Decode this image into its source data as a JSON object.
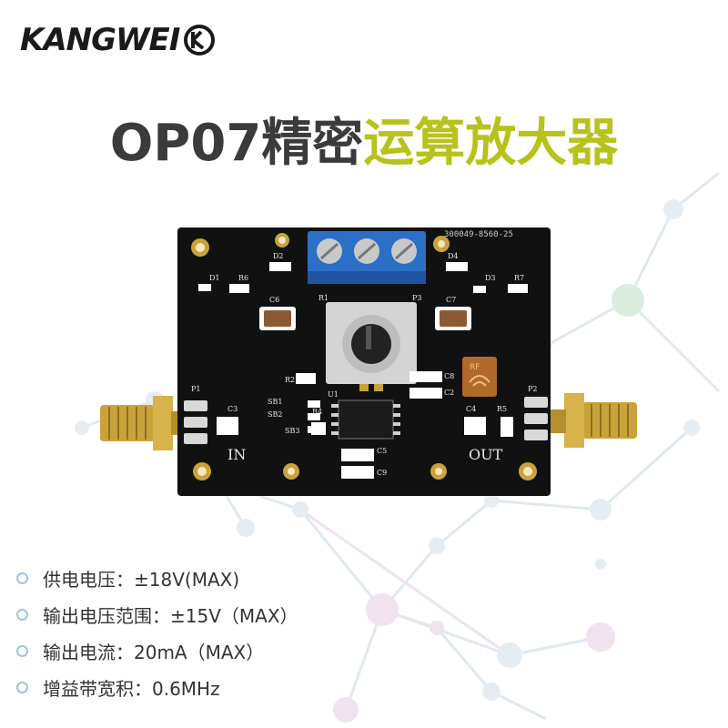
{
  "logo": {
    "text": "KANGWEI",
    "mark": "kw-logo-icon"
  },
  "title": {
    "part1": "OP07精密",
    "part2": "运算放大器"
  },
  "board_labels": {
    "serial": "300049-8560-25",
    "in": "IN",
    "out": "OUT",
    "rf": "RF",
    "d1": "D1",
    "d2": "D2",
    "d3": "D3",
    "d4": "D4",
    "r1": "R1",
    "r2": "R2",
    "r4": "R4",
    "r5": "R5",
    "r6": "R6",
    "r7": "R7",
    "c2": "C2",
    "c3": "C3",
    "c4": "C4",
    "c5": "C5",
    "c6": "C6",
    "c7": "C7",
    "c8": "C8",
    "c9": "C9",
    "p1": "P1",
    "p2": "P2",
    "p3": "P3",
    "u1": "U1",
    "sb1": "SB1",
    "sb2": "SB2",
    "sb3": "SB3"
  },
  "specs": [
    {
      "text": "供电电压：±18V(MAX)"
    },
    {
      "text": "输出电压范围：±15V（MAX）"
    },
    {
      "text": "输出电流：20mA（MAX）"
    },
    {
      "text": "增益带宽积：0.6MHz"
    }
  ],
  "colors": {
    "title_dark": "#3b3b3b",
    "title_accent": "#b7c21c",
    "pcb": "#111111",
    "gold": "#c9a23a",
    "terminal": "#2c6fc6",
    "bullet": "#9cc5df"
  }
}
